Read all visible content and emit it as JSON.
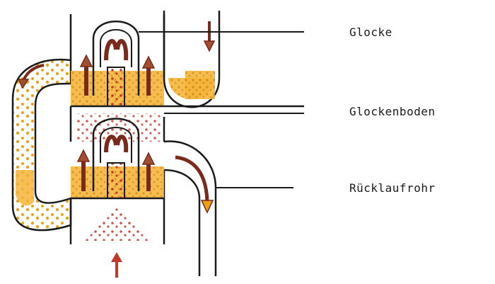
{
  "labels": {
    "glocke": "Glocke",
    "glockenboden": "Glockenboden",
    "ruecklaufrohr": "Rücklaufrohr"
  },
  "colors": {
    "outline": "#1a1a1a",
    "liquid": "#e8a21a",
    "vapor": "#c0392b",
    "arrow": "#7a2a1a",
    "arrow_fill": "#a05030"
  }
}
